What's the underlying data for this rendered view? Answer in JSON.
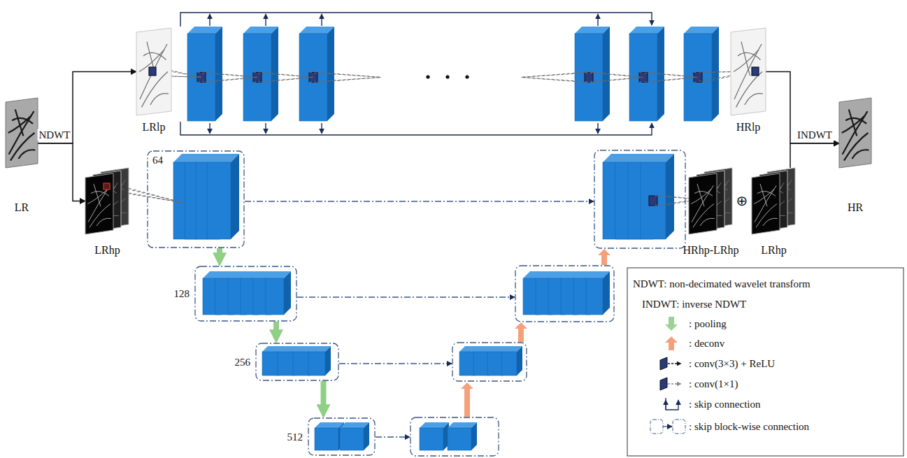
{
  "diagram": {
    "nodes": [
      {
        "text": [
          "LR"
        ]
      },
      {
        "text": [
          "LRlp"
        ]
      },
      {
        "text": [
          "HRlp"
        ]
      },
      {
        "text": [
          "LRhp"
        ]
      },
      {
        "text": [
          "64"
        ]
      },
      {
        "text": [
          "128"
        ]
      },
      {
        "text": [
          "256"
        ]
      },
      {
        "text": [
          "512"
        ]
      },
      {
        "text": [
          "HRhp-LRhp"
        ]
      },
      {
        "text": [
          "LRhp"
        ]
      },
      {
        "text": [
          "HR"
        ]
      }
    ],
    "edges": [
      {
        "from": 0,
        "to": 1,
        "arrow": "to"
      },
      {
        "from": 0,
        "to": 3,
        "label": "NDWT",
        "arrow": "to"
      },
      {
        "from": 4,
        "to": 5,
        "arrow": "to"
      },
      {
        "from": 5,
        "to": 6,
        "arrow": "to"
      },
      {
        "from": 6,
        "to": 7,
        "arrow": "to"
      },
      {
        "from": 2,
        "to": 10,
        "label": "INDWT",
        "arrow": "to"
      },
      {
        "from": 9,
        "to": 10,
        "arrow": "to"
      }
    ],
    "labels": [
      "⊕"
    ],
    "legend": [
      {
        "text": "NDWT: non-decimated wavelet transform"
      },
      {
        "text": "INDWT: inverse NDWT"
      },
      {
        "text": ": pooling"
      },
      {
        "text": ": deconv"
      },
      {
        "text": ": conv(3×3) + ReLU"
      },
      {
        "text": ": conv(1×1)"
      },
      {
        "text": ": skip connection"
      },
      {
        "text": ": skip block-wise connection"
      }
    ]
  }
}
